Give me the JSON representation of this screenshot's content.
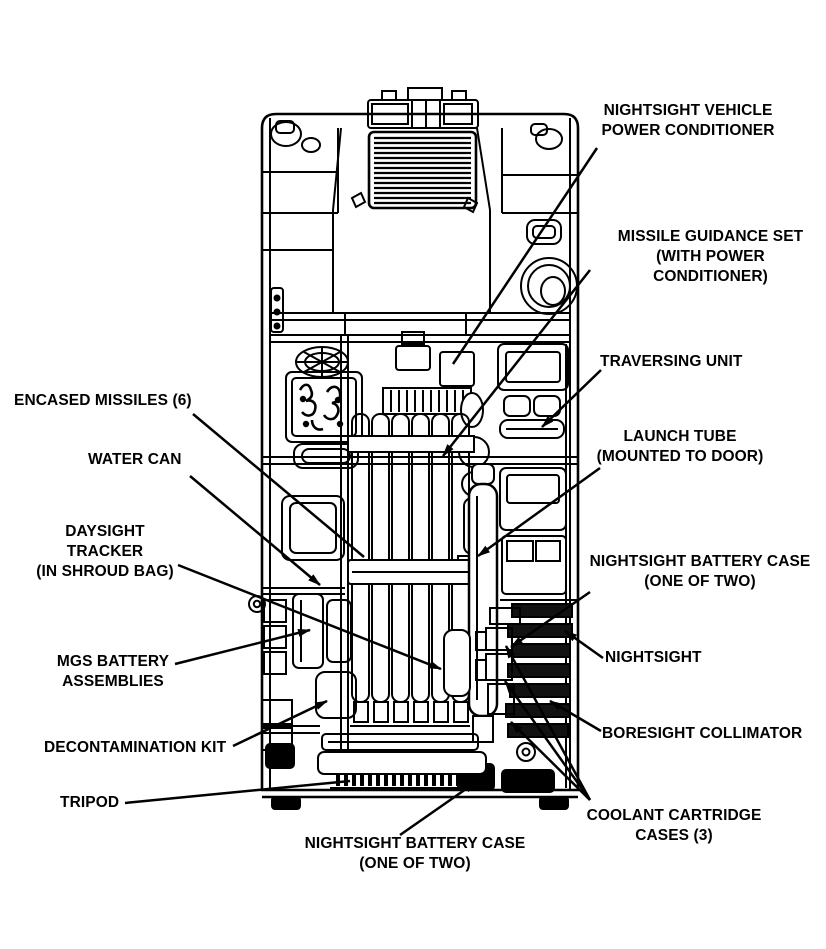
{
  "colors": {
    "ink": "#000000",
    "background": "#ffffff"
  },
  "labels": [
    {
      "id": "encased-missiles",
      "text": "ENCASED MISSILES (6)"
    },
    {
      "id": "water-can",
      "text": "WATER CAN"
    },
    {
      "id": "daysight-tracker",
      "text": "DAYSIGHT\nTRACKER\n(IN SHROUD BAG)"
    },
    {
      "id": "mgs-battery-assemblies",
      "text": "MGS BATTERY\nASSEMBLIES"
    },
    {
      "id": "decontamination-kit",
      "text": "DECONTAMINATION KIT"
    },
    {
      "id": "tripod",
      "text": "TRIPOD"
    },
    {
      "id": "nightsight-battery-case-bottom",
      "text": "NIGHTSIGHT BATTERY CASE\n(ONE OF TWO)"
    },
    {
      "id": "nightsight-vehicle-power-conditioner",
      "text": "NIGHTSIGHT VEHICLE\nPOWER CONDITIONER"
    },
    {
      "id": "missile-guidance-set",
      "text": "MISSILE GUIDANCE SET\n(WITH POWER CONDITIONER)"
    },
    {
      "id": "traversing-unit",
      "text": "TRAVERSING UNIT"
    },
    {
      "id": "launch-tube",
      "text": "LAUNCH TUBE\n(MOUNTED TO DOOR)"
    },
    {
      "id": "nightsight-battery-case-right",
      "text": "NIGHTSIGHT BATTERY CASE\n(ONE OF TWO)"
    },
    {
      "id": "nightsight",
      "text": "NIGHTSIGHT"
    },
    {
      "id": "boresight-collimator",
      "text": "BORESIGHT COLLIMATOR"
    },
    {
      "id": "coolant-cartridge-cases",
      "text": "COOLANT CARTRIDGE\nCASES (3)"
    }
  ]
}
